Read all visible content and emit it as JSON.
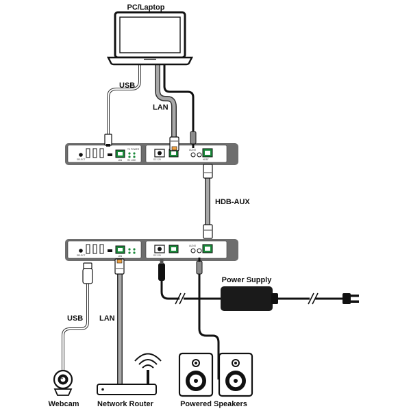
{
  "labels": {
    "pc_laptop": "PC/Laptop",
    "usb_top": "USB",
    "lan_top": "LAN",
    "hdb_aux": "HDB-AUX",
    "power_supply": "Power Supply",
    "usb_bottom": "USB",
    "lan_bottom": "LAN",
    "webcam": "Webcam",
    "network_router": "Network Router",
    "powered_speakers": "Powered Speakers"
  },
  "panel_text": {
    "select": "SELECT",
    "lan": "LAN",
    "dc_12v": "DC 12V",
    "tx_power": "TX POWER",
    "rx_link": "RX LINK",
    "hdbt": "HDBT",
    "audio": "AUDIO"
  },
  "colors": {
    "device_body": "#6e6e6e",
    "device_face": "#ffffff",
    "cable_dark": "#111111",
    "cable_gray": "#8c8c8c",
    "port_green": "#1a8a3a",
    "connector_orange": "#f0a040"
  }
}
